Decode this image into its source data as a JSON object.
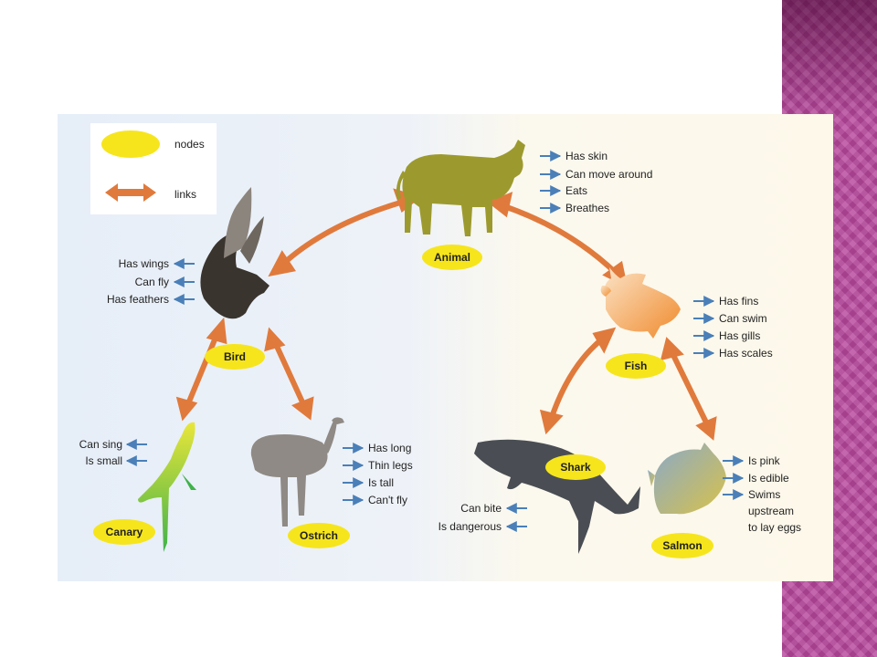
{
  "colors": {
    "node_fill": "#f6e51c",
    "link_color": "#e07a3c",
    "property_arrow": "#4a7fb8",
    "side_strip": "#b8489e"
  },
  "legend": {
    "nodes_label": "nodes",
    "links_label": "links"
  },
  "nodes": {
    "animal": "Animal",
    "bird": "Bird",
    "fish": "Fish",
    "canary": "Canary",
    "ostrich": "Ostrich",
    "shark": "Shark",
    "salmon": "Salmon"
  },
  "properties": {
    "animal": [
      "Has skin",
      "Can move around",
      "Eats",
      "Breathes"
    ],
    "bird": [
      "Has wings",
      "Can fly",
      "Has feathers"
    ],
    "fish": [
      "Has fins",
      "Can swim",
      "Has gills",
      "Has scales"
    ],
    "canary": [
      "Can sing",
      "Is small"
    ],
    "ostrich": [
      "Has long",
      "Thin legs",
      "Is tall",
      "Can't fly"
    ],
    "shark": [
      "Can bite",
      "Is dangerous"
    ],
    "salmon": [
      "Is pink",
      "Is edible",
      "Swims",
      "upstream",
      "to lay eggs"
    ]
  },
  "icons": [
    "cow-icon",
    "eagle-icon",
    "goldfish-icon",
    "canary-icon",
    "ostrich-icon",
    "shark-icon",
    "salmon-icon"
  ]
}
